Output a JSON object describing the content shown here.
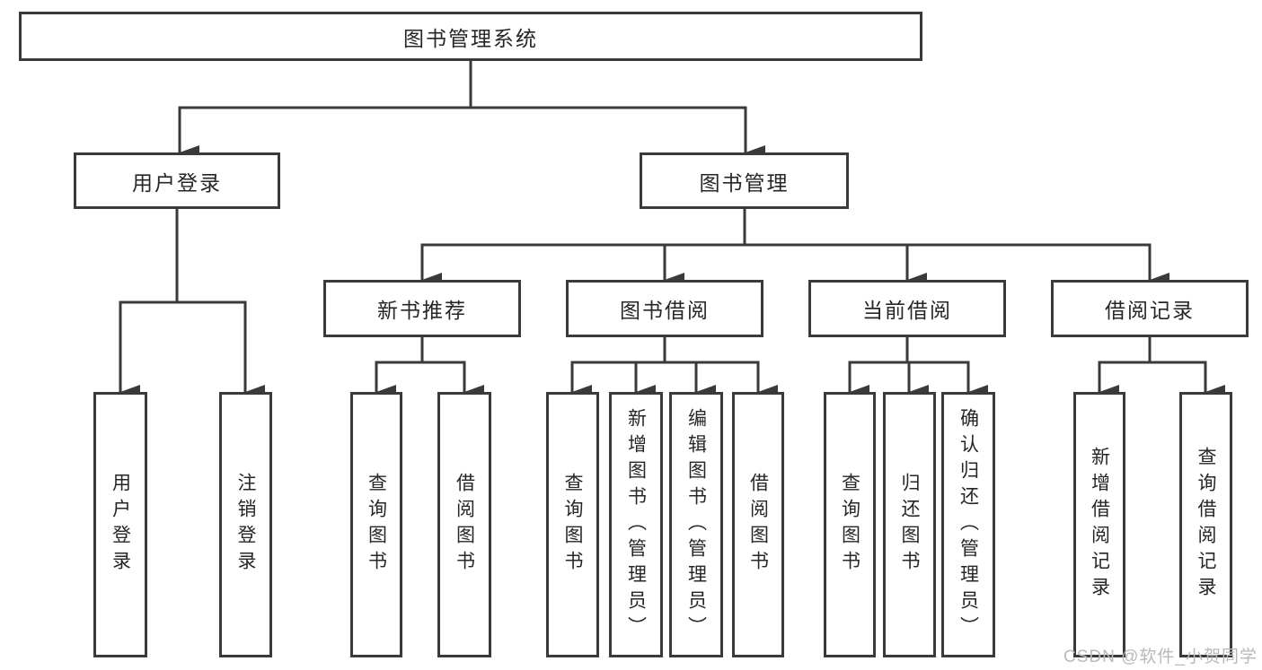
{
  "diagram": {
    "title": "图书管理系统",
    "root": {
      "label": "图书管理系统"
    },
    "branches": [
      {
        "label": "用户登录",
        "leaves": [
          {
            "label": "用户登录"
          },
          {
            "label": "注销登录"
          }
        ]
      },
      {
        "label": "图书管理",
        "sections": [
          {
            "label": "新书推荐",
            "leaves": [
              {
                "label": "查询图书"
              },
              {
                "label": "借阅图书"
              }
            ]
          },
          {
            "label": "图书借阅",
            "leaves": [
              {
                "label": "查询图书"
              },
              {
                "label": "新增图书（管理员）"
              },
              {
                "label": "编辑图书（管理员）"
              },
              {
                "label": "借阅图书"
              }
            ]
          },
          {
            "label": "当前借阅",
            "leaves": [
              {
                "label": "查询图书"
              },
              {
                "label": "归还图书"
              },
              {
                "label": "确认归还（管理员）"
              }
            ]
          },
          {
            "label": "借阅记录",
            "leaves": [
              {
                "label": "新增借阅记录"
              },
              {
                "label": "查询借阅记录"
              }
            ]
          }
        ]
      }
    ]
  },
  "watermark": {
    "text": "CSDN @软件_小贺同学"
  },
  "colors": {
    "line": "#3a3a3a",
    "text": "#262626",
    "background": "#ffffff",
    "watermark": "#b9b9b9"
  }
}
